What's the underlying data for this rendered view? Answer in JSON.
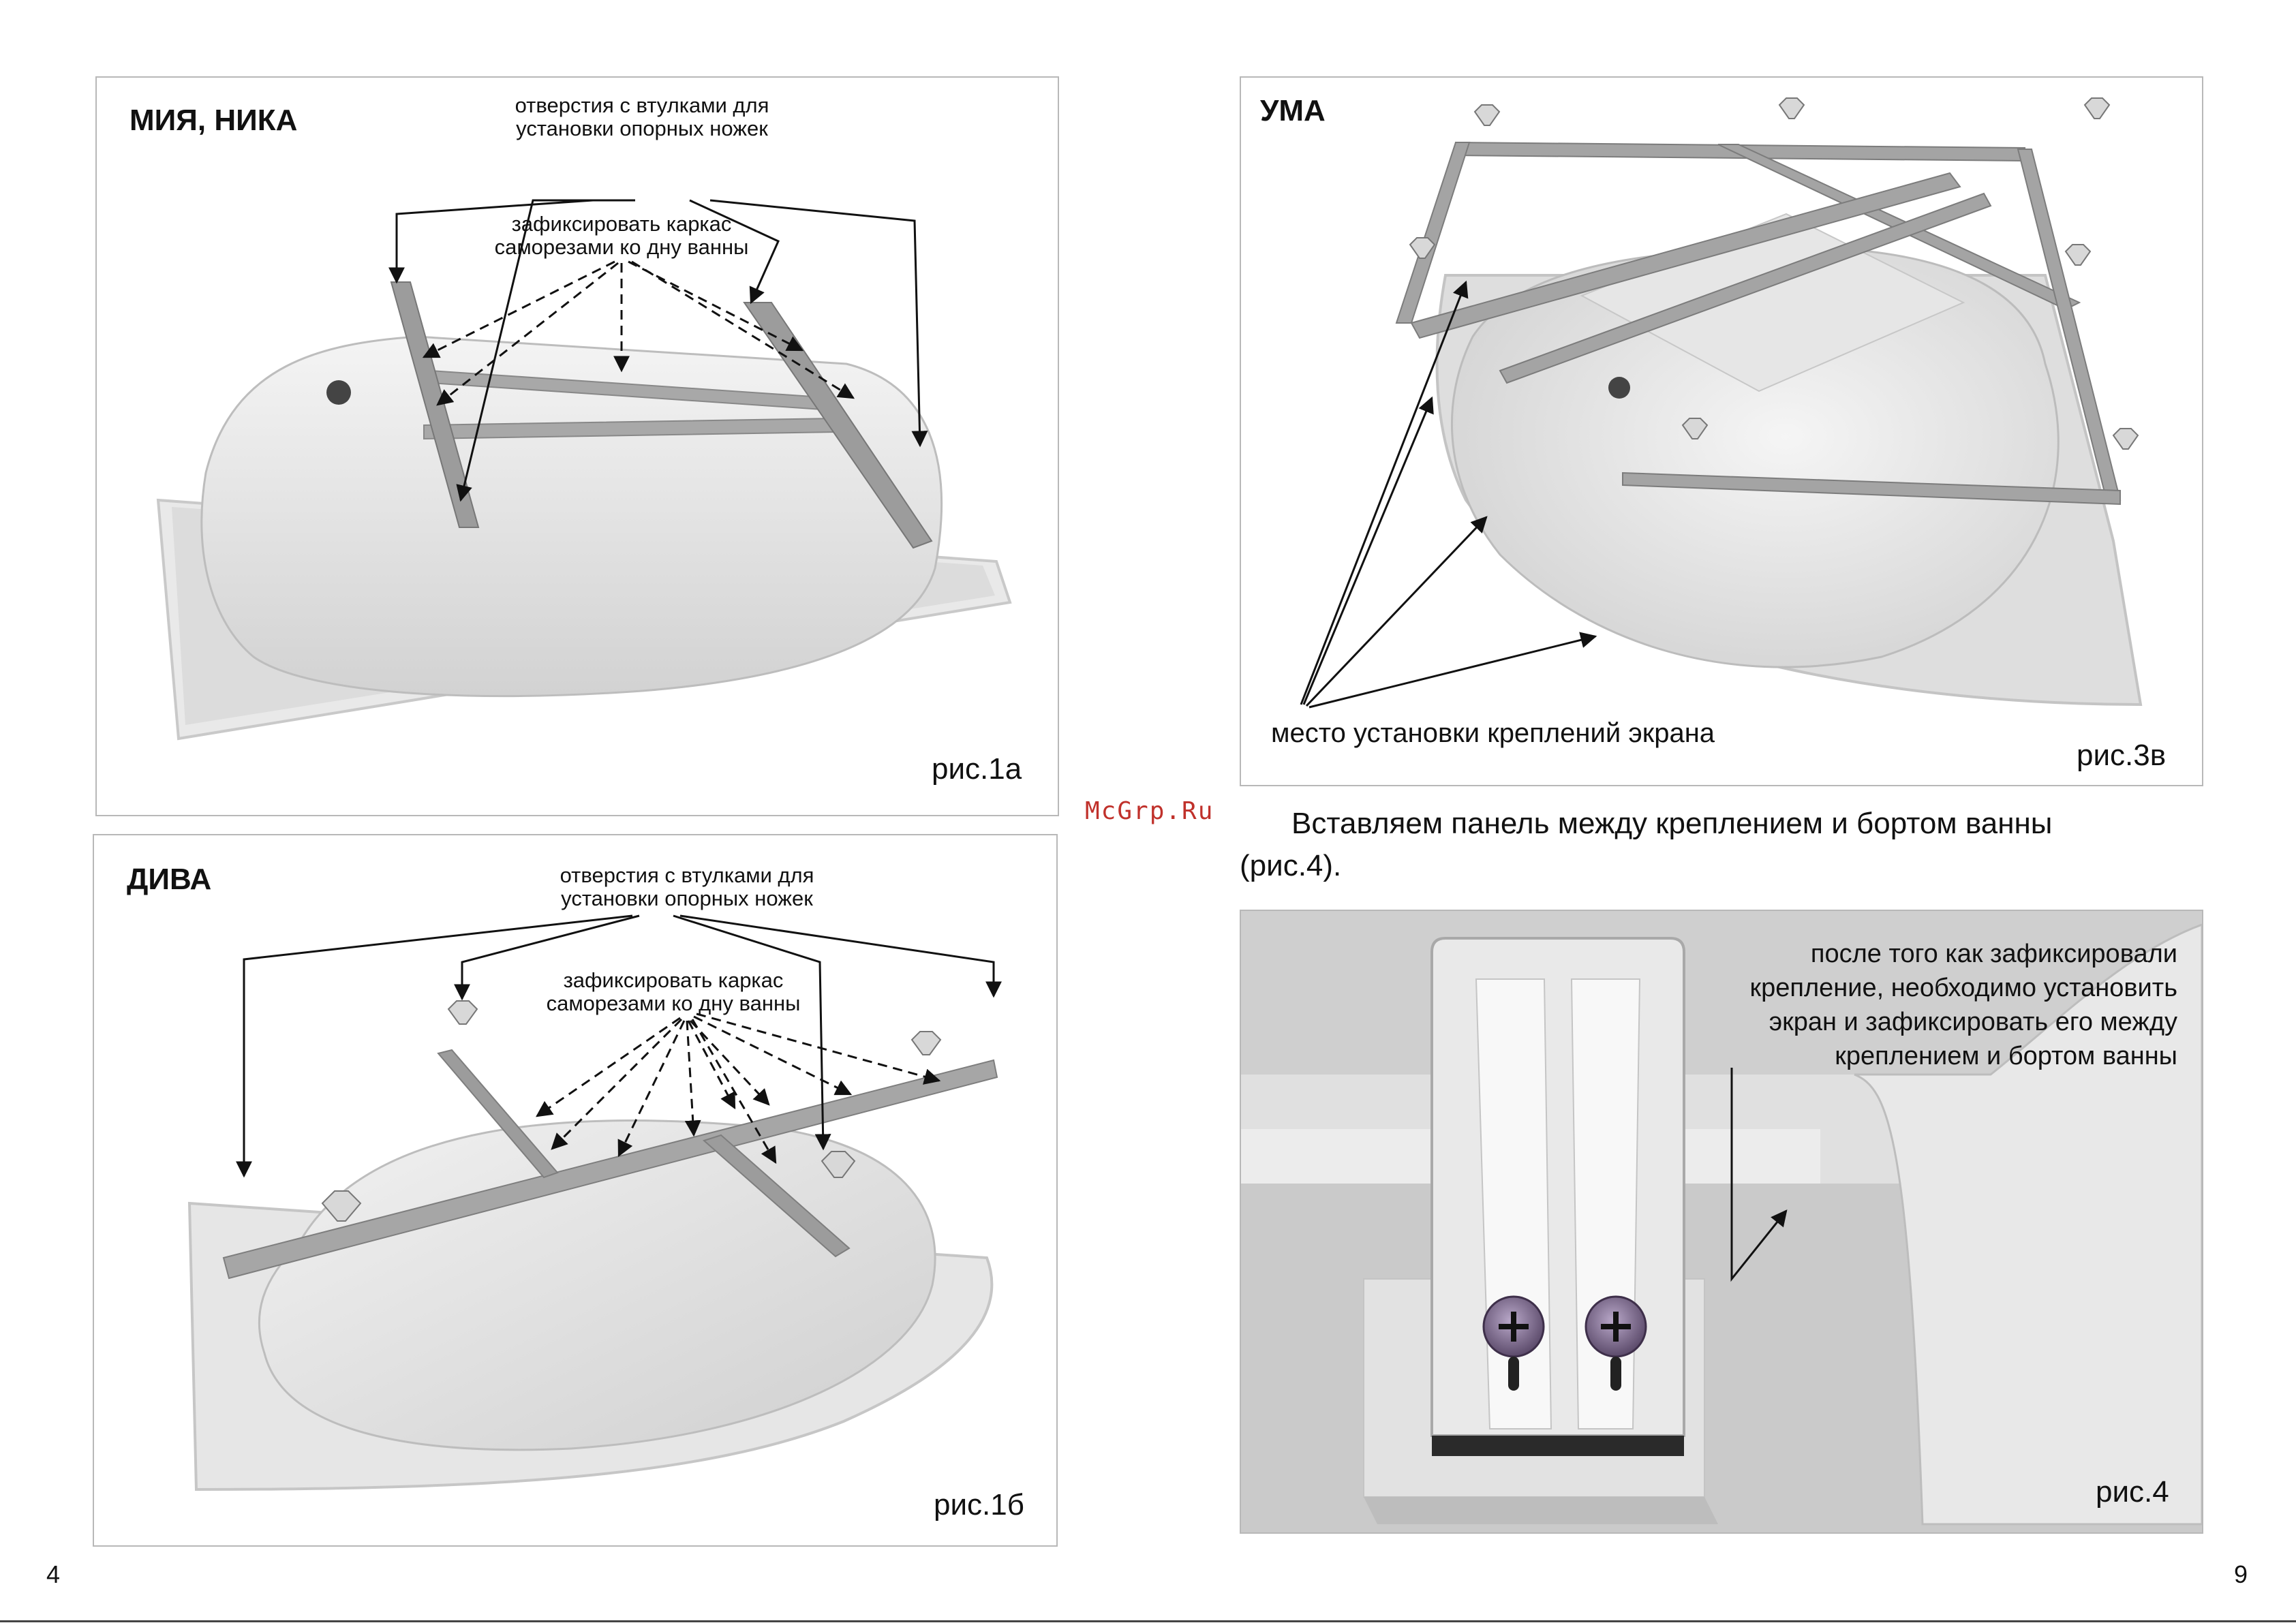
{
  "panel_1a": {
    "title": "МИЯ, НИКА",
    "note_holes": [
      "отверстия с втулками для",
      "установки опорных ножек"
    ],
    "note_fix": [
      "зафиксировать каркас",
      "саморезами ко дну ванны"
    ],
    "caption": "рис.1а"
  },
  "panel_1b": {
    "title": "ДИВА",
    "note_holes": [
      "отверстия с втулками для",
      "установки опорных ножек"
    ],
    "note_fix": [
      "зафиксировать каркас",
      "саморезами ко дну ванны"
    ],
    "caption": "рис.1б"
  },
  "panel_3v": {
    "title": "УМА",
    "note_mount": "место установки креплений экрана",
    "caption": "рис.3в"
  },
  "watermark": "McGrp.Ru",
  "body_text": [
    "Вставляем панель между креплением и бортом ванны",
    "(рис.4)."
  ],
  "panel_4": {
    "note": [
      "после того как зафиксировали",
      "крепление, необходимо установить",
      "экран и зафиксировать его между",
      "креплением и бортом ванны"
    ],
    "caption": "рис.4"
  },
  "page_left": "4",
  "page_right": "9",
  "colors": {
    "watermark": "#c0312b",
    "panel_border": "#b8b8b8",
    "tub": "#e4e4e4",
    "frame": "#a8a8a8",
    "screw": "#7a6a86"
  }
}
